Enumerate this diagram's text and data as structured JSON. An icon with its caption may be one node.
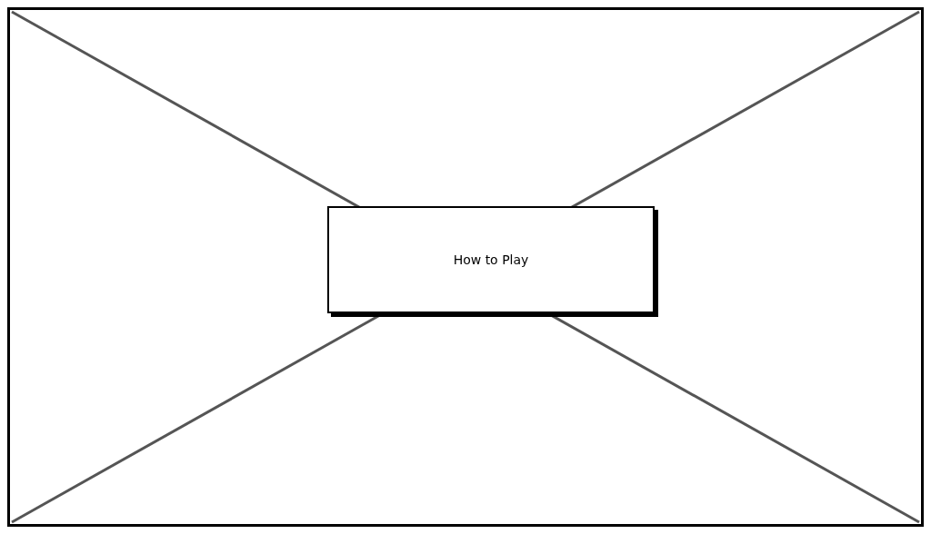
{
  "diagram": {
    "nodes": [
      {
        "text": [],
        "shape": "picture"
      },
      {
        "text": [
          "How to Play"
        ],
        "in": 0
      }
    ]
  }
}
